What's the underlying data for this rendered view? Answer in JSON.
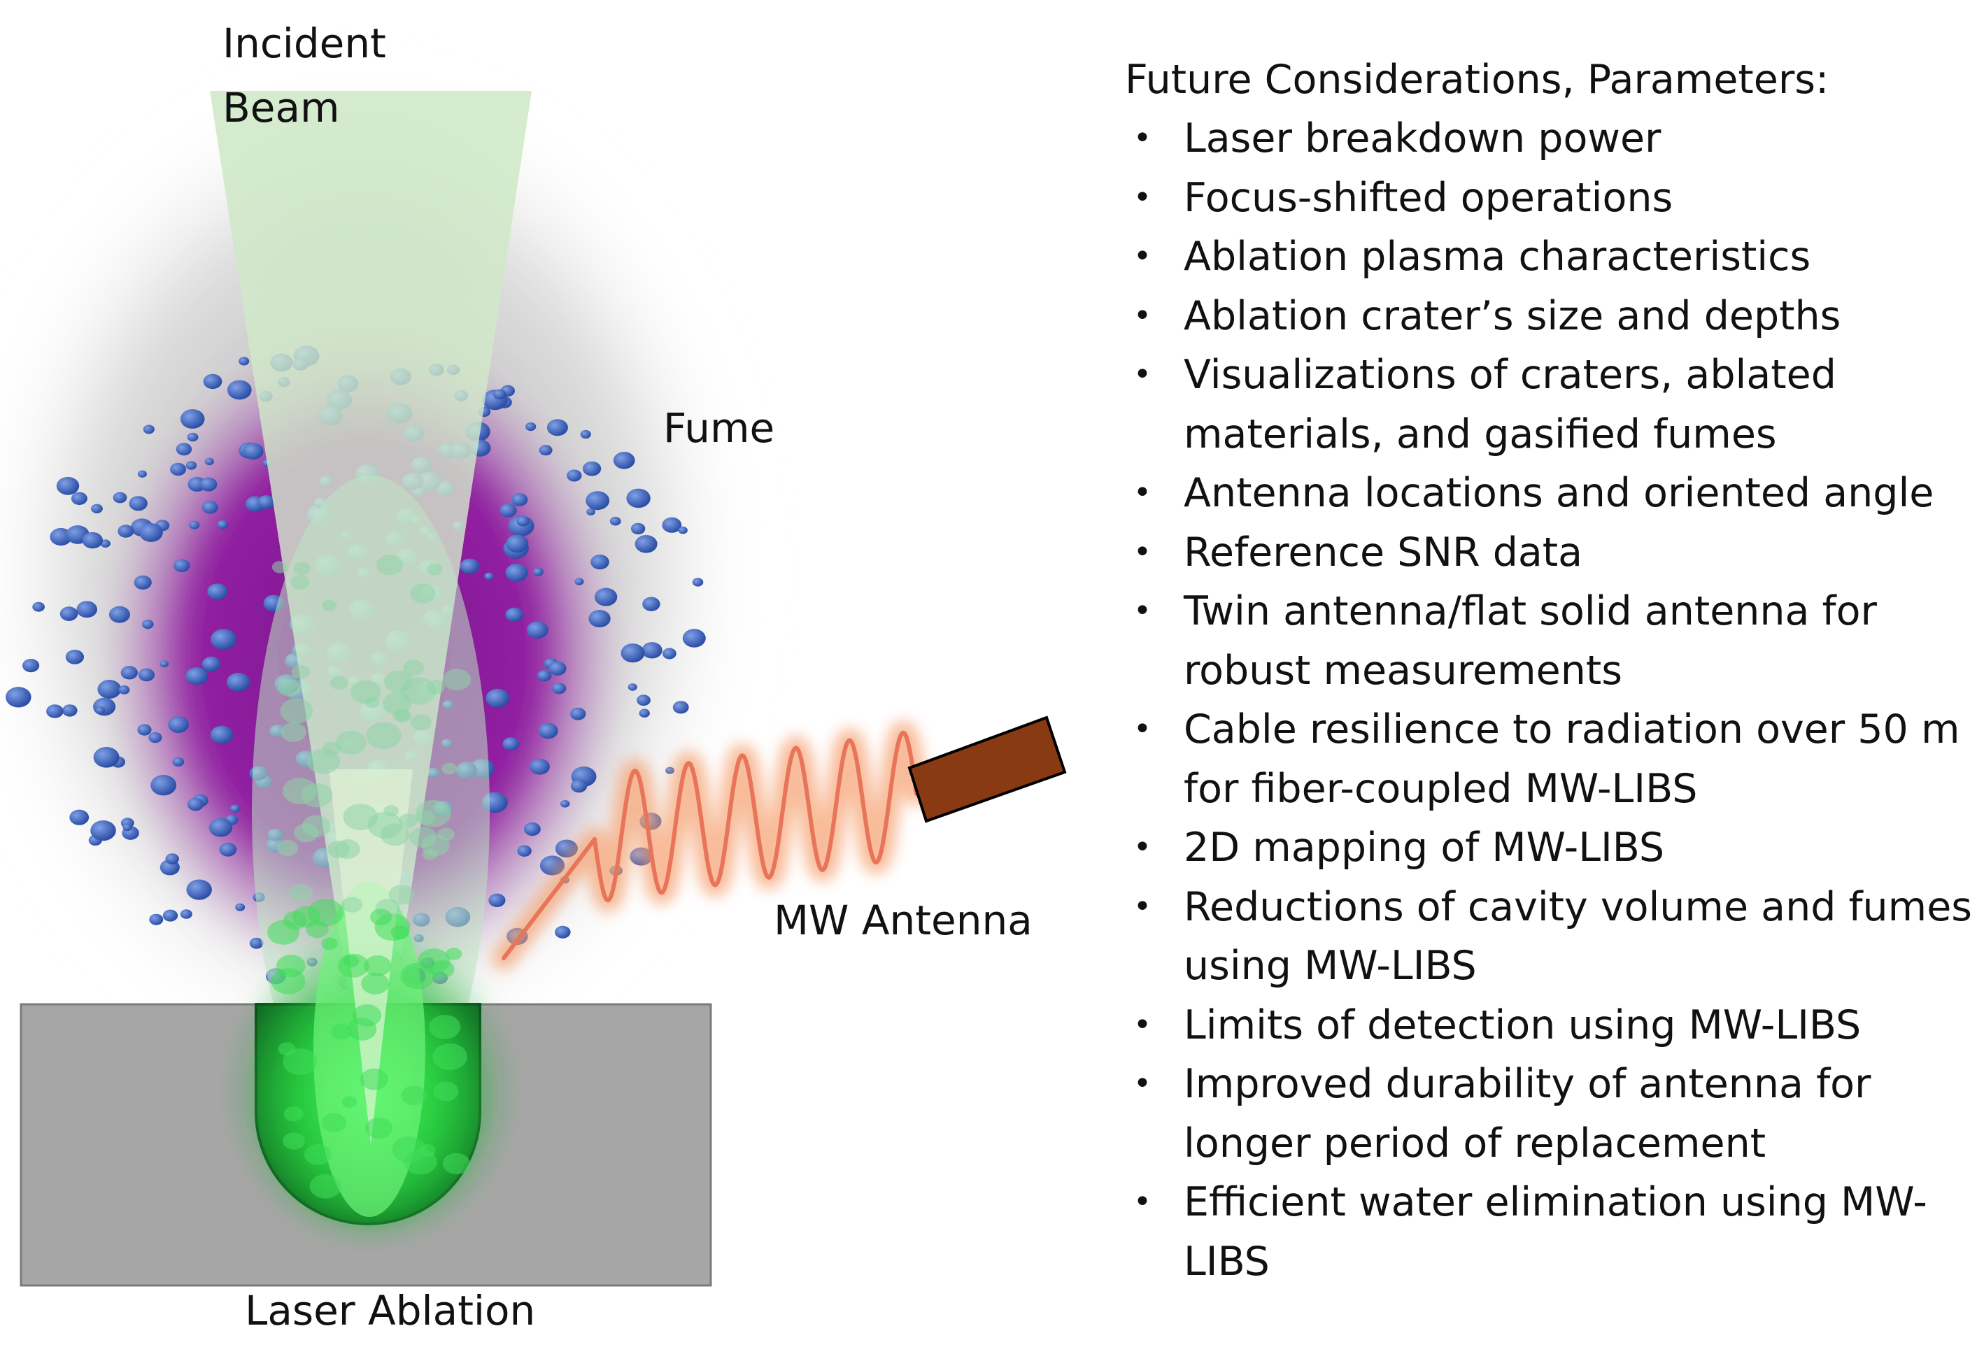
{
  "labels": {
    "incident_beam": "Incident Beam",
    "fume": "Fume",
    "mw_antenna": "MW Antenna",
    "laser_ablation": "Laser Ablation"
  },
  "panel": {
    "title": "Future Considerations, Parameters:",
    "bullet": "•",
    "items": [
      {
        "lines": [
          "Laser breakdown power"
        ]
      },
      {
        "lines": [
          "Focus-shifted operations"
        ]
      },
      {
        "lines": [
          "Ablation plasma characteristics"
        ]
      },
      {
        "lines": [
          "Ablation crater’s size and depths"
        ]
      },
      {
        "lines": [
          "Visualizations of craters, ablated",
          "materials, and gasified fumes"
        ]
      },
      {
        "lines": [
          "Antenna locations and oriented angle"
        ]
      },
      {
        "lines": [
          "Reference SNR data"
        ]
      },
      {
        "lines": [
          "Twin antenna/flat solid antenna for",
          "robust measurements"
        ]
      },
      {
        "lines": [
          "Cable resilience to radiation over 50 m",
          "for fiber-coupled MW-LIBS"
        ]
      },
      {
        "lines": [
          "2D mapping of MW-LIBS"
        ]
      },
      {
        "lines": [
          "Reductions of cavity volume and fumes",
          "using MW-LIBS"
        ]
      },
      {
        "lines": [
          "Limits of detection using MW-LIBS"
        ]
      },
      {
        "lines": [
          "Improved durability of antenna for",
          "longer period of replacement"
        ]
      },
      {
        "lines": [
          "Efficient water elimination using MW-",
          "LIBS"
        ]
      }
    ]
  },
  "colors": {
    "fume_purple": "#8a0c9a",
    "fume_haze": "#b4b4b4",
    "beam_green": "#cfe8c8",
    "plasma_green": "#2fd54a",
    "particle_blue": "#3b5fb8",
    "sample_gray": "#a6a6a6",
    "antenna_brown": "#8a3a12",
    "antenna_glow": "#f6a070"
  }
}
